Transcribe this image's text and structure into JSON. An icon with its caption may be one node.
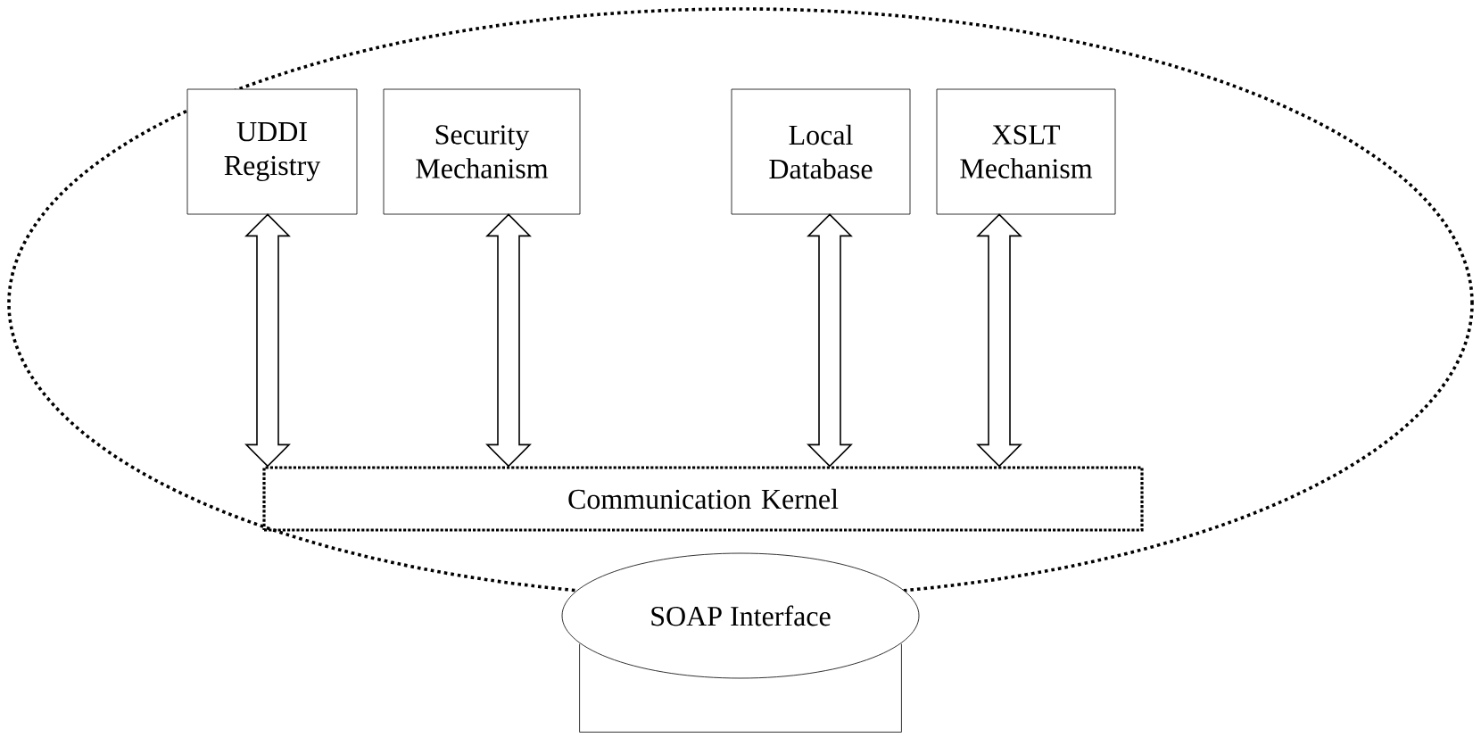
{
  "diagram": {
    "nodes": [
      {
        "text": [],
        "shape": "ellipse"
      },
      {
        "text": [
          "UDDI Registry"
        ],
        "in": 0
      },
      {
        "text": [
          "Security Mechanism"
        ],
        "in": 0
      },
      {
        "text": [
          "Local Database"
        ],
        "in": 0
      },
      {
        "text": [
          "XSLT Mechanism"
        ],
        "in": 0
      },
      {
        "text": [
          "Communication Kernel"
        ],
        "in": 0
      },
      {
        "text": [
          "SOAP Interface"
        ]
      },
      {
        "text": [],
        "shape": "box"
      }
    ],
    "edges": [
      {
        "from": 1,
        "to": 5,
        "arrow": "both"
      },
      {
        "from": 2,
        "to": 5,
        "arrow": "both"
      },
      {
        "from": 3,
        "to": 5,
        "arrow": "both"
      },
      {
        "from": 4,
        "to": 5,
        "arrow": "both"
      }
    ]
  }
}
